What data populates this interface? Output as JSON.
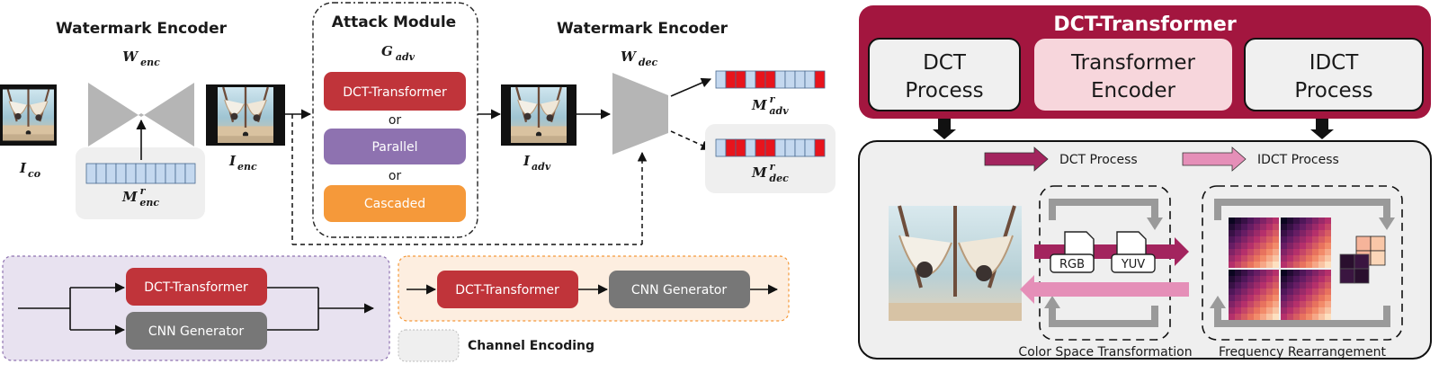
{
  "left_panel": {
    "encoder_title": "Watermark Encoder",
    "decoder_title": "Watermark Encoder",
    "attack_title": "Attack Module",
    "w_enc": {
      "base": "W",
      "sub": "enc"
    },
    "w_dec": {
      "base": "W",
      "sub": "dec"
    },
    "g_adv": {
      "base": "G",
      "sub": "adv"
    },
    "i_co": {
      "base": "I",
      "sub": "co"
    },
    "i_enc": {
      "base": "I",
      "sub": "enc"
    },
    "i_adv": {
      "base": "I",
      "sub": "adv"
    },
    "m_enc": {
      "base": "M",
      "sup": "r",
      "sub": "enc"
    },
    "m_adv": {
      "base": "M",
      "sup": "r",
      "sub": "adv"
    },
    "m_dec": {
      "base": "M",
      "sup": "r",
      "sub": "dec"
    },
    "attack_options": [
      {
        "label": "DCT-Transformer",
        "color": "#c0343a"
      },
      {
        "label": "Parallel",
        "color": "#8e72b0"
      },
      {
        "label": "Cascaded",
        "color": "#f5993a"
      }
    ],
    "or_label": "or",
    "parallel": {
      "top": "DCT-Transformer",
      "bottom": "CNN Generator"
    },
    "cascaded": {
      "first": "DCT-Transformer",
      "second": "CNN Generator"
    },
    "channel_encoding": "Channel Encoding",
    "bits_adv": [
      0,
      1,
      1,
      0,
      1,
      1,
      0,
      0,
      0,
      0,
      1
    ],
    "bits_dec": [
      0,
      1,
      1,
      0,
      1,
      1,
      0,
      0,
      0,
      0,
      1
    ]
  },
  "right_panel": {
    "title": "DCT-Transformer",
    "blocks": [
      {
        "line1": "DCT",
        "line2": "Process"
      },
      {
        "line1": "Transformer",
        "line2": "Encoder"
      },
      {
        "line1": "IDCT",
        "line2": "Process"
      }
    ],
    "legend": [
      {
        "label": "DCT Process",
        "color": "#a3245e"
      },
      {
        "label": "IDCT Process",
        "color": "#e58fb8"
      }
    ],
    "formats": [
      "RGB",
      "YUV"
    ],
    "captions": [
      "Color Space Transformation",
      "Frequency Rearrangement"
    ]
  },
  "colors": {
    "dct_red": "#c0343a",
    "parallel_purple": "#8e72b0",
    "cascaded_orange": "#f5993a",
    "cnn_gray": "#777777",
    "header_crimson": "#a3163f",
    "bit_blue": "#c4d8ef",
    "bit_red": "#e8141c"
  }
}
